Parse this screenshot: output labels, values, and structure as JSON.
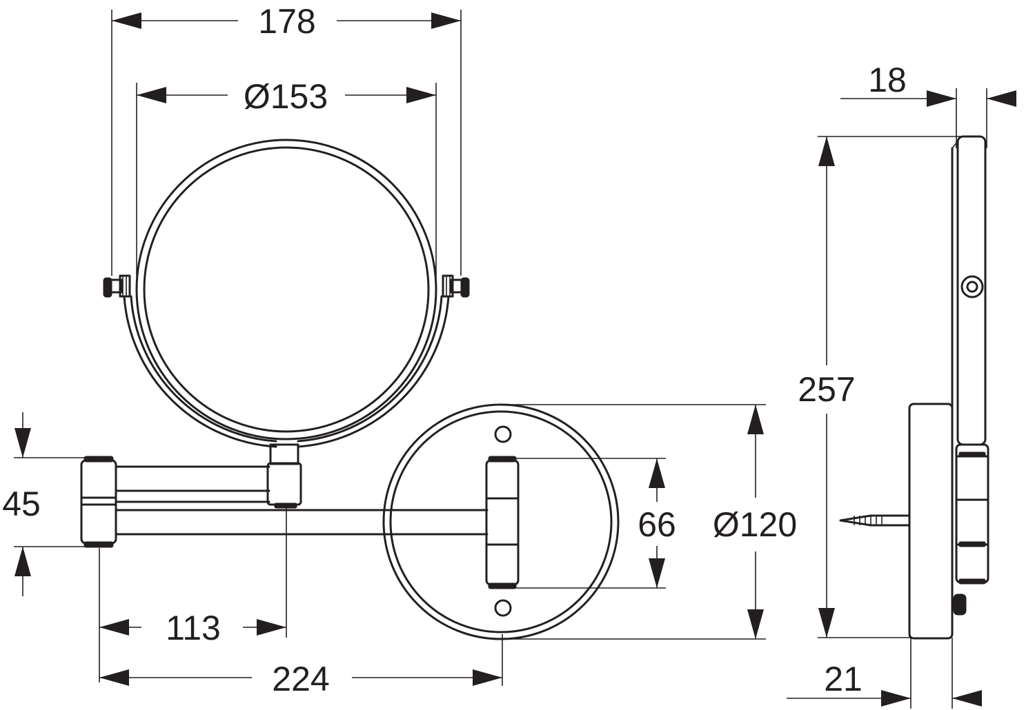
{
  "dimensions": {
    "overall_width": "178",
    "mirror_diameter": "Ø153",
    "wall_plate_diameter": "Ø120",
    "arm_spacing": "66",
    "arm_height": "45",
    "arm_inner_reach": "113",
    "arm_total_reach": "224",
    "overall_height": "257",
    "mirror_depth": "18",
    "plate_depth": "21"
  },
  "colors": {
    "line": "#231f20",
    "background": "#ffffff"
  }
}
